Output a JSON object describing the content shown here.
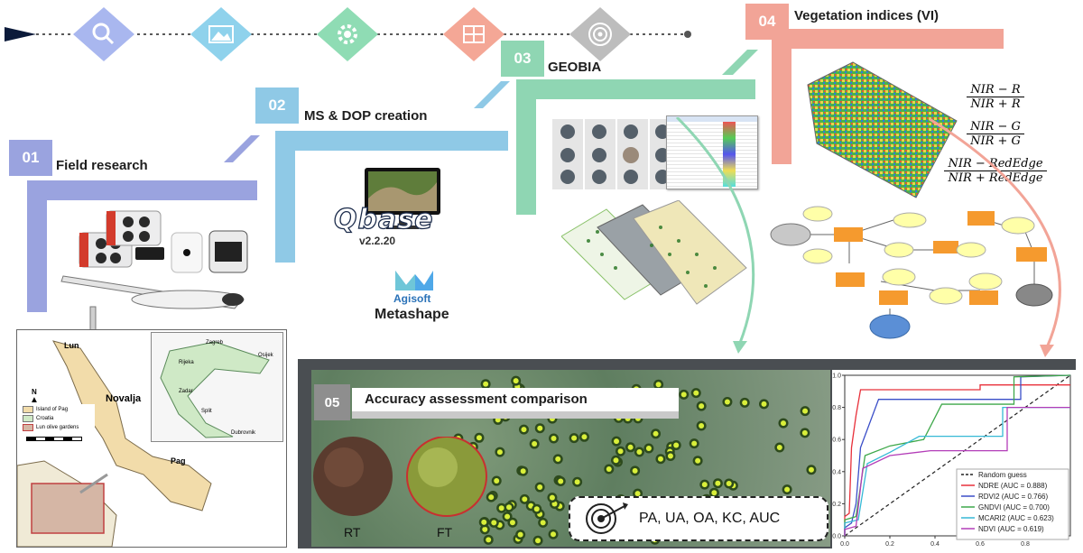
{
  "colors": {
    "step1": "#9aa3df",
    "step2": "#8fc9e6",
    "step3": "#8fd6b3",
    "step4": "#f2a497",
    "step5": "#8e8e8e",
    "timeline_icons": [
      "#a9b7ef",
      "#8fd2ec",
      "#8fdcb4",
      "#f4a796",
      "#bdbdbd"
    ]
  },
  "timeline": {
    "icons": [
      "search-icon",
      "image-icon",
      "gear-icon",
      "module-icon",
      "target-icon"
    ]
  },
  "steps": [
    {
      "number": "01",
      "title": "Field research"
    },
    {
      "number": "02",
      "title": "MS & DOP creation"
    },
    {
      "number": "03",
      "title": "GEOBIA"
    },
    {
      "number": "04",
      "title": "Vegetation indices (VI)"
    },
    {
      "number": "05",
      "title": "Accuracy assessment comparison"
    }
  ],
  "software": {
    "qbase_name": "Qbase",
    "qbase_version": "v2.2.20",
    "agisoft_brand": "Agisoft",
    "agisoft_product": "Metashape"
  },
  "map": {
    "places": [
      "Lun",
      "Novalja",
      "Pag",
      "Zagreb",
      "Osijek",
      "Rijeka",
      "Zadar",
      "Split",
      "Dubrovnik"
    ],
    "compass": "N",
    "legend": [
      "Island of Pag",
      "Croatia",
      "Lun olive gardens"
    ]
  },
  "formulas": [
    {
      "num": "NIR − R",
      "den": "NIR + R"
    },
    {
      "num": "NIR − G",
      "den": "NIR + G"
    },
    {
      "num": "NIR − RedEdge",
      "den": "NIR + RedEdge"
    }
  ],
  "assessment": {
    "tree_labels": [
      "RT",
      "FT"
    ],
    "metrics": "PA, UA, OA, KC, AUC"
  },
  "chart_data": {
    "type": "line",
    "title": "",
    "xlabel": "",
    "ylabel": "",
    "xlim": [
      0,
      1
    ],
    "ylim": [
      0,
      1
    ],
    "x_ticks": [
      "0.0",
      "0.2",
      "0.4",
      "0.6",
      "0.8"
    ],
    "y_ticks": [
      "0.0",
      "0.2",
      "0.4",
      "0.6",
      "0.8",
      "1.0"
    ],
    "legend_position": "bottom-right",
    "baseline": {
      "name": "Random guess",
      "color": "#222222",
      "points": [
        [
          0,
          0
        ],
        [
          1,
          1
        ]
      ]
    },
    "series": [
      {
        "name": "NDRE (AUC = 0.888)",
        "color": "#e8303a",
        "points": [
          [
            0,
            0
          ],
          [
            0,
            0.12
          ],
          [
            0.02,
            0.14
          ],
          [
            0.03,
            0.55
          ],
          [
            0.05,
            0.75
          ],
          [
            0.07,
            0.91
          ],
          [
            0.6,
            0.91
          ],
          [
            0.6,
            0.94
          ],
          [
            1,
            0.94
          ]
        ]
      },
      {
        "name": "RDVI2 (AUC = 0.766)",
        "color": "#3a4ec8",
        "points": [
          [
            0,
            0
          ],
          [
            0,
            0.05
          ],
          [
            0.03,
            0.08
          ],
          [
            0.05,
            0.2
          ],
          [
            0.07,
            0.55
          ],
          [
            0.15,
            0.85
          ],
          [
            0.78,
            0.85
          ],
          [
            0.78,
            0.99
          ],
          [
            1,
            1
          ]
        ]
      },
      {
        "name": "GNDVI (AUC = 0.700)",
        "color": "#3ea84a",
        "points": [
          [
            0,
            0
          ],
          [
            0,
            0.1
          ],
          [
            0.05,
            0.12
          ],
          [
            0.09,
            0.5
          ],
          [
            0.2,
            0.56
          ],
          [
            0.35,
            0.6
          ],
          [
            0.43,
            0.82
          ],
          [
            0.75,
            0.82
          ],
          [
            0.75,
            0.99
          ],
          [
            1,
            1
          ]
        ]
      },
      {
        "name": "MCARI2 (AUC = 0.623)",
        "color": "#35b9d6",
        "points": [
          [
            0,
            0
          ],
          [
            0,
            0.08
          ],
          [
            0.06,
            0.1
          ],
          [
            0.1,
            0.45
          ],
          [
            0.2,
            0.52
          ],
          [
            0.33,
            0.62
          ],
          [
            0.7,
            0.62
          ],
          [
            0.7,
            0.8
          ],
          [
            1,
            0.8
          ]
        ]
      },
      {
        "name": "NDVI (AUC = 0.619)",
        "color": "#b33db8",
        "points": [
          [
            0,
            0
          ],
          [
            0,
            0.04
          ],
          [
            0.05,
            0.06
          ],
          [
            0.08,
            0.42
          ],
          [
            0.2,
            0.5
          ],
          [
            0.38,
            0.53
          ],
          [
            0.72,
            0.53
          ],
          [
            0.72,
            0.8
          ],
          [
            1,
            0.8
          ]
        ]
      }
    ]
  }
}
